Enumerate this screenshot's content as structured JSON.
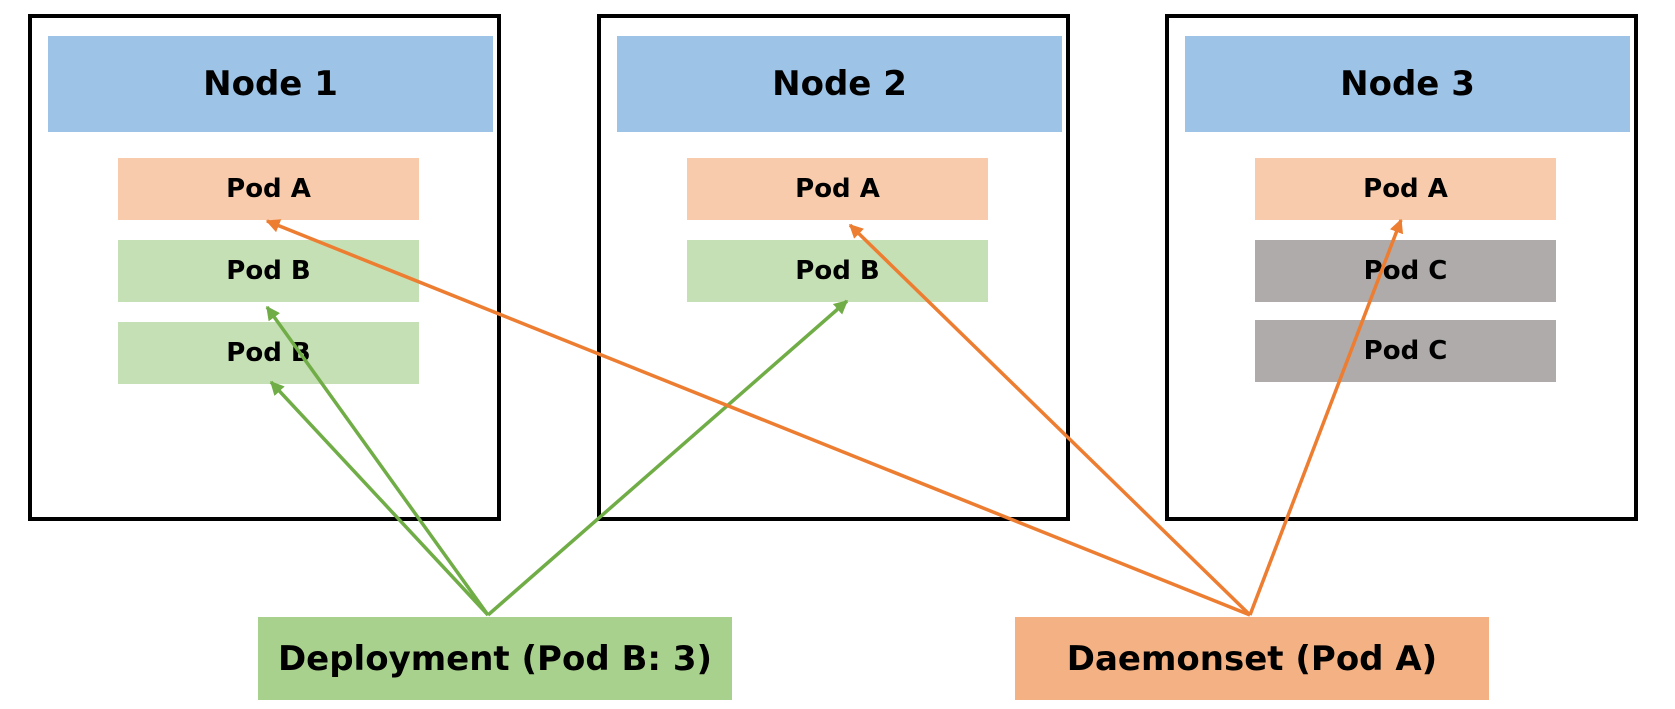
{
  "colors": {
    "node_header": "#9dc3e6",
    "pod_a": "#f8cbad",
    "pod_b": "#c5e0b4",
    "pod_c": "#afabab",
    "deployment": "#a9d18e",
    "daemonset": "#f4b183",
    "arrow_green": "#70ad47",
    "arrow_orange": "#ed7d31",
    "border": "#000000"
  },
  "nodes": [
    {
      "title": "Node 1",
      "pods": [
        {
          "label": "Pod A",
          "kind": "a"
        },
        {
          "label": "Pod B",
          "kind": "b"
        },
        {
          "label": "Pod B",
          "kind": "b"
        }
      ]
    },
    {
      "title": "Node 2",
      "pods": [
        {
          "label": "Pod A",
          "kind": "a"
        },
        {
          "label": "Pod B",
          "kind": "b"
        }
      ]
    },
    {
      "title": "Node 3",
      "pods": [
        {
          "label": "Pod A",
          "kind": "a"
        },
        {
          "label": "Pod C",
          "kind": "c"
        },
        {
          "label": "Pod C",
          "kind": "c"
        }
      ]
    }
  ],
  "controllers": {
    "deployment": {
      "label": "Deployment (Pod B: 3)"
    },
    "daemonset": {
      "label": "Daemonset (Pod A)"
    }
  },
  "edges": [
    {
      "from": "deployment",
      "to": "node1.pod2"
    },
    {
      "from": "deployment",
      "to": "node1.pod3"
    },
    {
      "from": "deployment",
      "to": "node2.pod2"
    },
    {
      "from": "daemonset",
      "to": "node1.pod1"
    },
    {
      "from": "daemonset",
      "to": "node2.pod1"
    },
    {
      "from": "daemonset",
      "to": "node3.pod1"
    }
  ]
}
